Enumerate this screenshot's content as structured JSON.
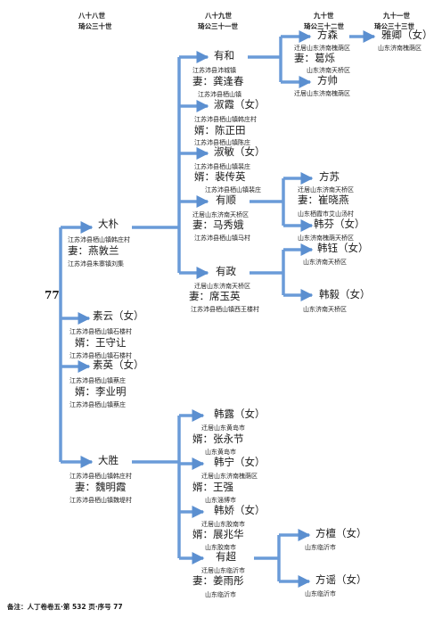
{
  "headers": [
    {
      "gen": "八十八世",
      "sub": "琦公三十世"
    },
    {
      "gen": "八十九世",
      "sub": "琦公三十一世"
    },
    {
      "gen": "九十世",
      "sub": "琦公三十二世"
    },
    {
      "gen": "九十一世",
      "sub": "琦公三十三世"
    }
  ],
  "root": "77",
  "footnote": "备注：人丁卷卷五·第 532 页·序号 77",
  "people": {
    "dapu": {
      "name": "大朴",
      "place": "江苏沛县栖山镇韩庄村",
      "spouse": "妻：燕敦兰",
      "spouse_place": "江苏沛县朱寨镇刘集"
    },
    "suyun": {
      "name": "素云（女）",
      "place": "江苏沛县栖山镇石楼村",
      "spouse": "婿：王守让",
      "spouse_place": "江苏沛县栖山镇石楼村"
    },
    "suying": {
      "name": "素英（女）",
      "place": "江苏沛县栖山镇蔡庄",
      "spouse": "婿：李业明",
      "spouse_place": "江苏沛县栖山镇蔡庄"
    },
    "dasheng": {
      "name": "大胜",
      "place": "江苏沛县栖山镇韩庄村",
      "spouse": "妻：魏明霞",
      "spouse_place": "江苏沛县栖山镇魏堤村"
    },
    "youhe": {
      "name": "有和",
      "place": "江苏沛县沛城镇",
      "spouse": "妻：龚逢春",
      "spouse_place": "江苏沛县栖山镇"
    },
    "shuxia": {
      "name": "淑霞（女）",
      "place": "江苏沛县栖山镇韩庄村",
      "spouse": "婿：陈正田",
      "spouse_place": "江苏沛县栖山镇陈庄"
    },
    "shumin": {
      "name": "淑敏（女）",
      "place": "江苏沛县栖山镇裴庄",
      "spouse": "婿：裴传英",
      "spouse_place": "江苏沛县栖山镇裴庄"
    },
    "youshun": {
      "name": "有顺",
      "place": "迁居山东济南天桥区",
      "spouse": "妻：马秀娥",
      "spouse_place": "江苏沛县栖山镇马村"
    },
    "youzheng": {
      "name": "有政",
      "place": "迁居山东济南天桥区",
      "spouse": "妻：席玉英",
      "spouse_place": "江苏沛县栖山镇西王楼村"
    },
    "fangsen": {
      "name": "方森",
      "place": "迁居山东济南槐荫区",
      "spouse": "妻：葛烁",
      "spouse_place": "山东济南天桥区"
    },
    "fangshuai": {
      "name": "方帅",
      "place": "迁居山东济南槐荫区"
    },
    "yaqing": {
      "name": "雅卿（女）",
      "place": "山东济南槐荫区"
    },
    "fangsu": {
      "name": "方苏",
      "place": "迁居山东济南天桥区",
      "spouse": "妻：崔晓燕",
      "spouse_place": "山东栖霞市艾山汤村"
    },
    "hanfen": {
      "name": "韩芬（女）",
      "place": "山东济南槐荫天桥区"
    },
    "hanyu": {
      "name": "韩钰（女）",
      "place": "山东济南天桥区"
    },
    "hanyi": {
      "name": "韩毅（女）",
      "place": "山东济南天桥区"
    },
    "hanlu": {
      "name": "韩露（女）",
      "place": "迁居山东黄岛市",
      "spouse": "婿：张永节",
      "spouse_place": "山东黄岛市"
    },
    "hanning": {
      "name": "韩宁（女）",
      "place": "迁居山东济南槐荫区",
      "spouse": "婿：王强",
      "spouse_place": "山东淄博市"
    },
    "hanjiao": {
      "name": "韩娇（女）",
      "place": "迁居山东胶南市",
      "spouse": "婿：展兆华",
      "spouse_place": "山东胶南市"
    },
    "youchao": {
      "name": "有超",
      "place": "迁居山东临沂市",
      "spouse": "妻：姜雨彤",
      "spouse_place": "山东临沂市"
    },
    "fangtan": {
      "name": "方檀（女）",
      "place": "山东临沂市"
    },
    "fangyao": {
      "name": "方谣（女）",
      "place": "山东临沂市"
    }
  }
}
